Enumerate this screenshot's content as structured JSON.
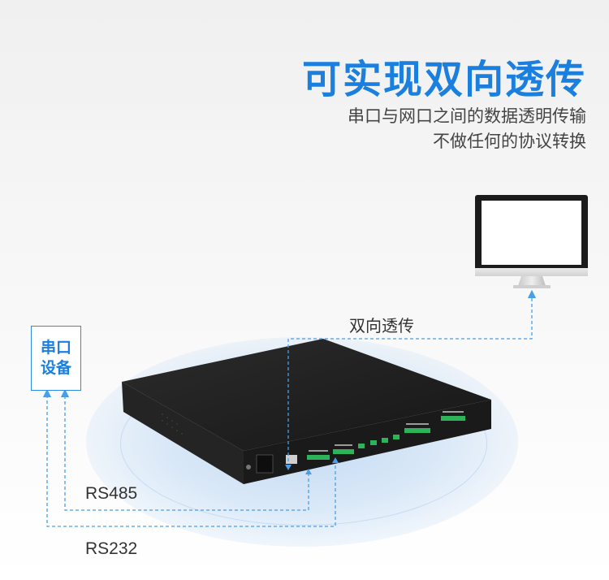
{
  "header": {
    "title": "可实现双向透传",
    "subtitle_line1": "串口与网口之间的数据透明传输",
    "subtitle_line2": "不做任何的协议转换"
  },
  "diagram": {
    "serial_device_line1": "串口",
    "serial_device_line2": "设备",
    "bidirectional_label": "双向透传",
    "rs485_label": "RS485",
    "rs232_label": "RS232"
  },
  "colors": {
    "accent": "#1a7fde",
    "dashed_line": "#4a9ee8",
    "device_body": "#1e1e1e"
  },
  "icons": {
    "monitor": "monitor-icon",
    "device": "serial-server-device"
  }
}
